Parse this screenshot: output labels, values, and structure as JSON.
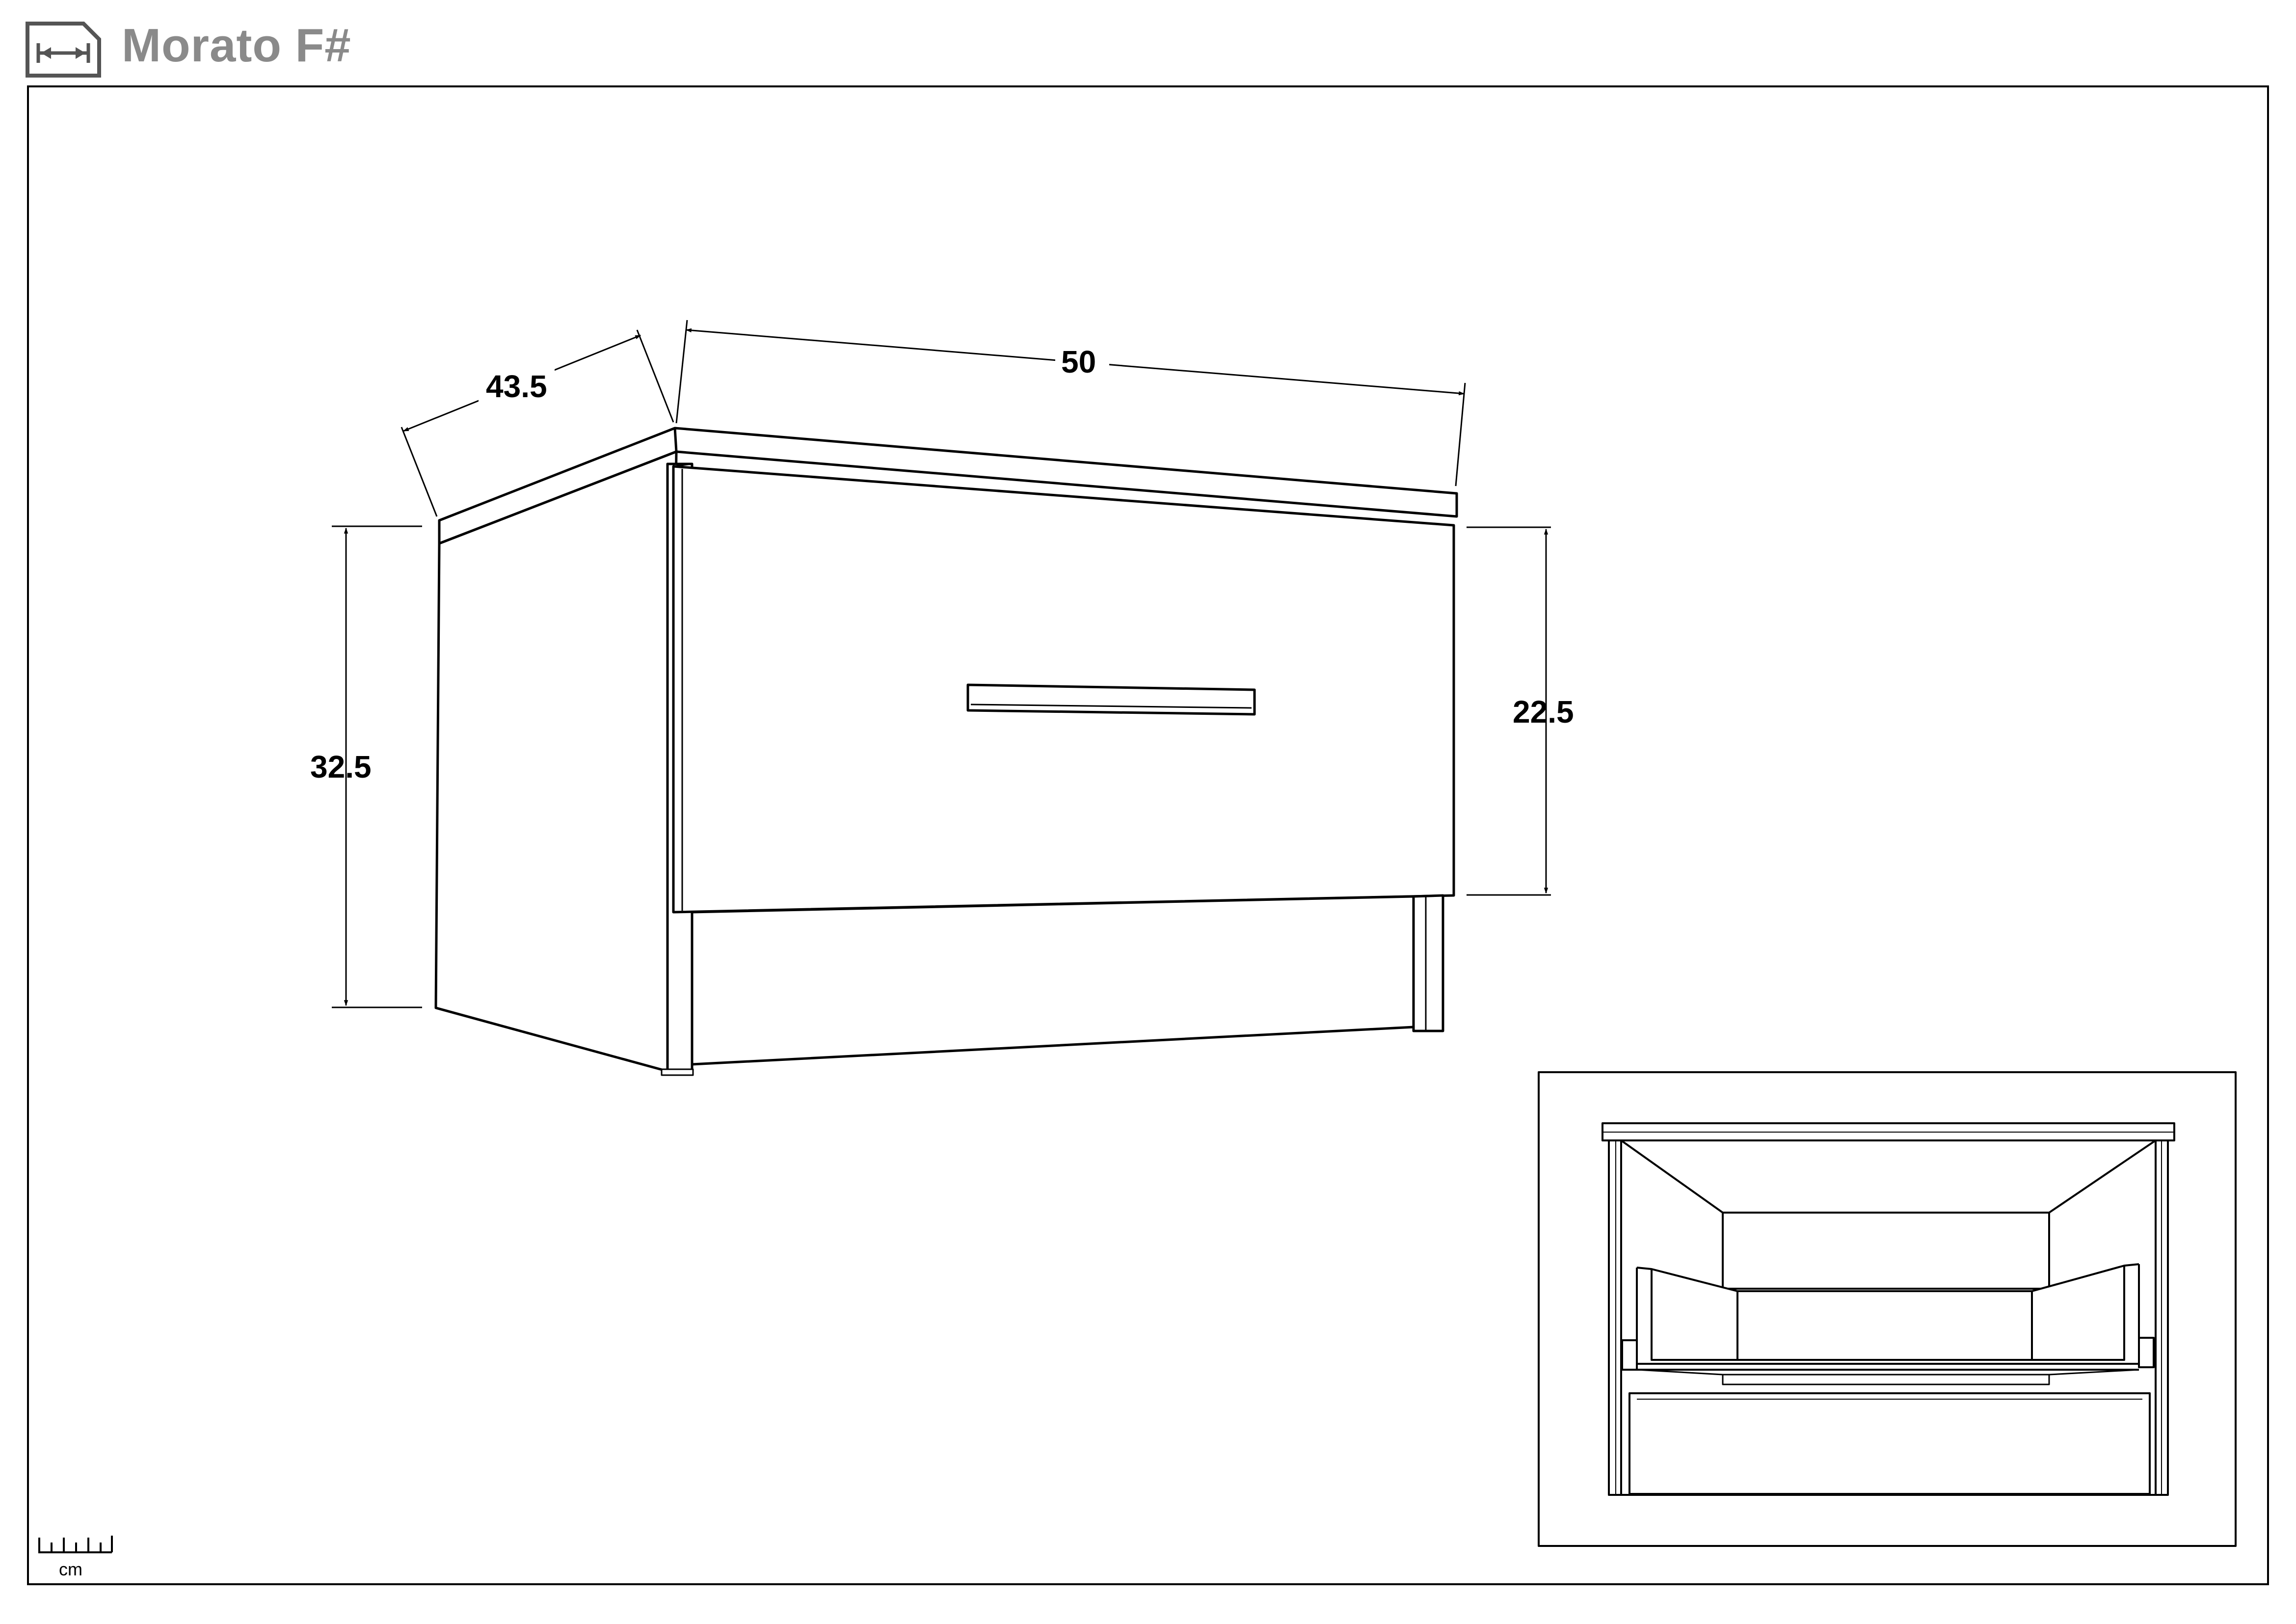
{
  "header": {
    "title": "Morato F#",
    "icon": "dimension-arrows-icon"
  },
  "dimensions": {
    "unit": "cm",
    "width": "50",
    "depth": "43.5",
    "height": "32.5",
    "drawer_height": "22.5"
  },
  "inset": {
    "content": "open-drawer-front-view"
  },
  "scale": {
    "icon": "ruler-icon",
    "unit_label": "cm"
  },
  "colors": {
    "line": "#000000",
    "title": "#8a8a8a",
    "background": "#ffffff"
  }
}
